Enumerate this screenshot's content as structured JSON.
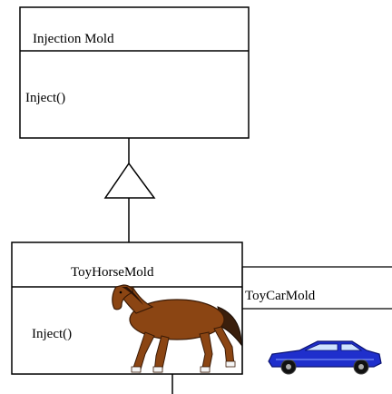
{
  "classes": {
    "injection_mold": {
      "name": "Injection Mold",
      "method": "Inject()"
    },
    "toy_horse_mold": {
      "name": "ToyHorseMold",
      "method": "Inject()"
    },
    "toy_car_mold": {
      "name": "ToyCarMold"
    }
  },
  "relationships": [
    {
      "type": "generalization",
      "from": "toy_horse_mold",
      "to": "injection_mold"
    }
  ],
  "images": [
    {
      "name": "horse-icon",
      "color": "#8B4513"
    },
    {
      "name": "car-icon",
      "color": "#1f2fcc"
    }
  ]
}
